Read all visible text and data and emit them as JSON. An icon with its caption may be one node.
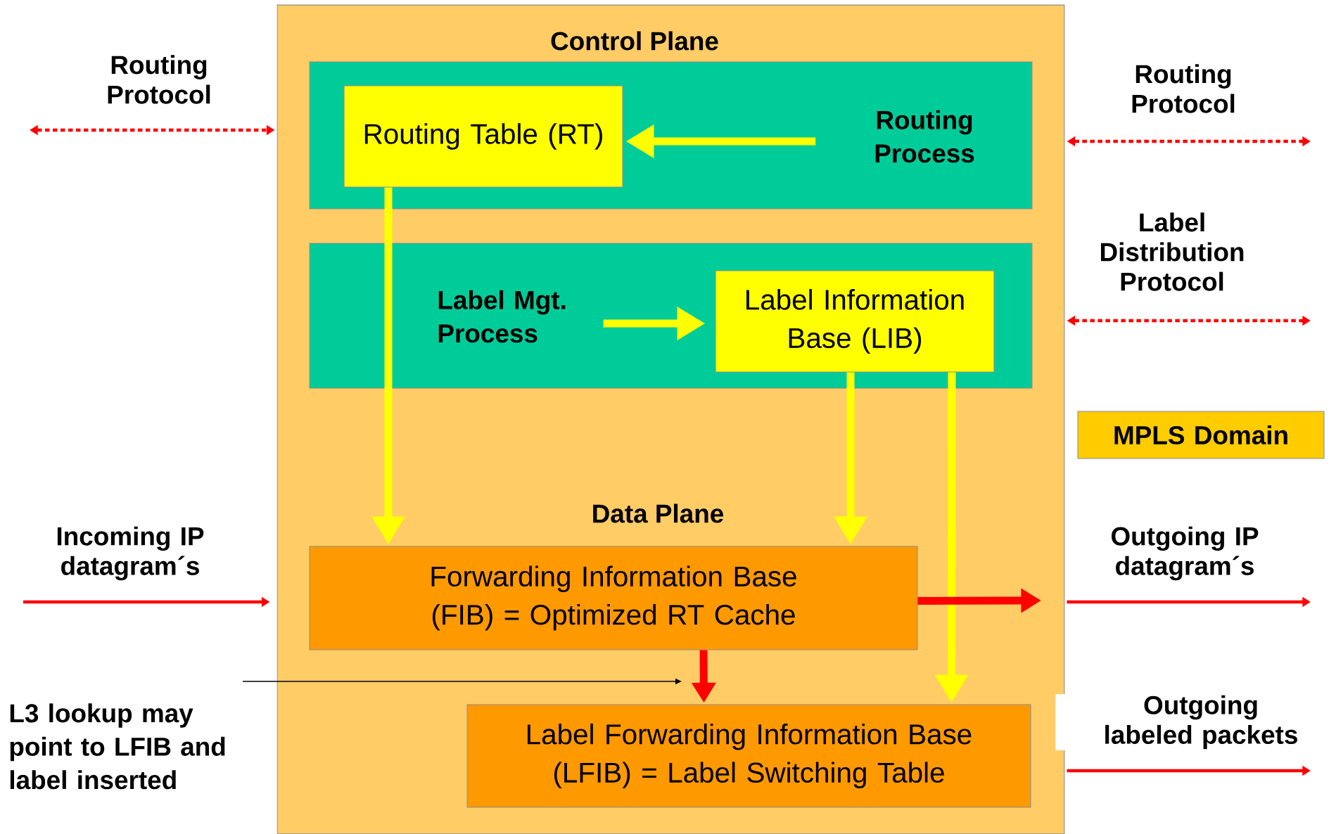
{
  "diagram": {
    "nodes": [
      {
        "text": [],
        "shape": "box"
      },
      {
        "text": [],
        "shape": "box",
        "in": 0
      },
      {
        "text": [
          "Routing Table (RT)"
        ],
        "in": 1
      },
      {
        "text": [
          "Routing Process"
        ],
        "in": 1
      },
      {
        "text": [],
        "shape": "box",
        "in": 0
      },
      {
        "text": [
          "Label Mgt. Process"
        ],
        "in": 4
      },
      {
        "text": [
          "Label Information Base (LIB)"
        ],
        "in": 4
      },
      {
        "text": [
          "Forwarding Information Base (FIB) = Optimized RT Cache"
        ],
        "in": 0
      },
      {
        "text": [
          "Label Forwarding Information Base (LFIB) = Label Switching Table"
        ],
        "in": 0
      },
      {
        "text": [
          "MPLS Domain"
        ]
      },
      {
        "text": [
          "L3 lookup may point to LFIB and label inserted"
        ]
      }
    ],
    "edges": [
      {
        "from": 3,
        "to": 2,
        "arrow": "to",
        "style": "thick",
        "color": "#ffff00"
      },
      {
        "from": 5,
        "to": 6,
        "arrow": "to",
        "style": "thick",
        "color": "#ffff00"
      },
      {
        "from": 2,
        "to": 7,
        "arrow": "to",
        "style": "thick",
        "color": "#ffff00"
      },
      {
        "from": 6,
        "to": 7,
        "arrow": "to",
        "style": "thick",
        "color": "#ffff00"
      },
      {
        "from": 6,
        "to": 8,
        "arrow": "to",
        "style": "thick",
        "color": "#ffff00"
      },
      {
        "from": 7,
        "to": 8,
        "arrow": "to",
        "style": "thick"
      },
      {
        "from": 7,
        "to": null,
        "arrow": "to",
        "style": "thick"
      },
      {
        "from": null,
        "to": 0,
        "arrow": "both",
        "style": "dashed",
        "label": "Routing Protocol"
      },
      {
        "from": 0,
        "to": null,
        "arrow": "both",
        "style": "dashed",
        "label": "Routing Protocol"
      },
      {
        "from": 0,
        "to": null,
        "arrow": "both",
        "style": "dashed",
        "label": "Label Distribution Protocol"
      },
      {
        "from": null,
        "to": 0,
        "arrow": "to",
        "label": "Incoming IP datagram´s"
      },
      {
        "from": 0,
        "to": null,
        "arrow": "to",
        "label": "Outgoing IP datagram´s"
      },
      {
        "from": 0,
        "to": null,
        "arrow": "to",
        "label": "Outgoing labeled packets"
      },
      {
        "from": 10,
        "to": null,
        "arrow": "to",
        "color": "#000000"
      }
    ],
    "labels": [
      "Control Plane",
      "Data Plane"
    ]
  }
}
